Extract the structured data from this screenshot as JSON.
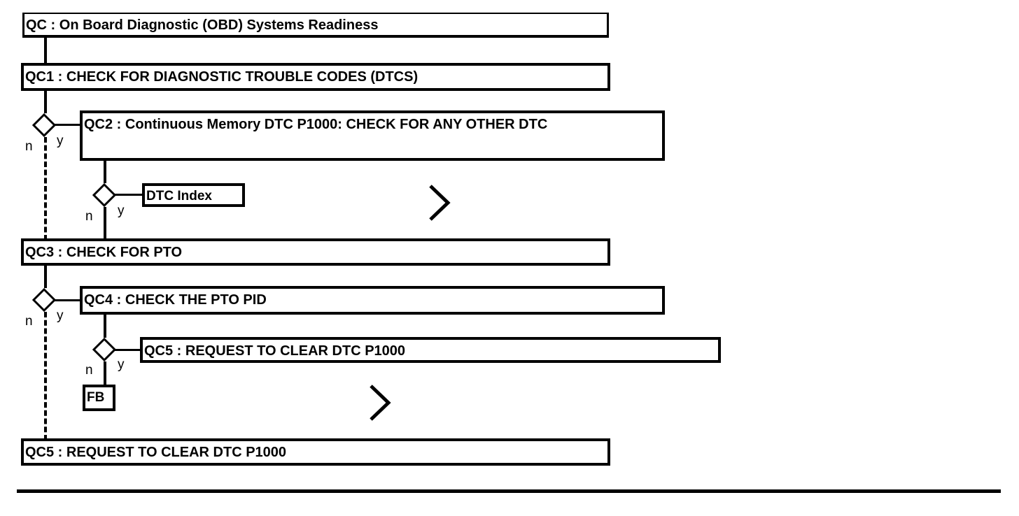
{
  "diagram": {
    "title": "QC : On Board Diagnostic (OBD) Systems Readiness",
    "type": "flowchart",
    "colors": {
      "line": "#000000",
      "box_fill": "#ffffff",
      "text": "#000000",
      "background": "#ffffff"
    },
    "nodes": [
      {
        "id": "QC",
        "label": "QC : On Board Diagnostic (OBD) Systems Readiness",
        "shape": "box",
        "level": 0
      },
      {
        "id": "QC1",
        "label": "QC1 : CHECK FOR DIAGNOSTIC TROUBLE CODES (DTCS)",
        "shape": "box",
        "level": 0
      },
      {
        "id": "QC2",
        "label": "QC2 : Continuous Memory DTC P1000: CHECK FOR ANY OTHER DTC",
        "shape": "box",
        "level": 1
      },
      {
        "id": "DTC_INDEX",
        "label": "DTC Index",
        "shape": "box",
        "level": 2
      },
      {
        "id": "QC3",
        "label": "QC3 : CHECK FOR PTO",
        "shape": "box",
        "level": 0
      },
      {
        "id": "QC4",
        "label": "QC4 : CHECK THE PTO PID",
        "shape": "box",
        "level": 1
      },
      {
        "id": "QC5_BRANCH",
        "label": "QC5 : REQUEST TO CLEAR DTC P1000",
        "shape": "box",
        "level": 2
      },
      {
        "id": "FB",
        "label": "FB",
        "shape": "box",
        "level": 2
      },
      {
        "id": "QC5_MAIN",
        "label": "QC5 : REQUEST TO CLEAR DTC P1000",
        "shape": "box",
        "level": 0
      }
    ],
    "decisions": [
      {
        "id": "d1",
        "no_label": "n",
        "yes_label": "y",
        "yes_target": "QC2"
      },
      {
        "id": "d2",
        "no_label": "n",
        "yes_label": "y",
        "yes_target": "DTC_INDEX"
      },
      {
        "id": "d3",
        "no_label": "n",
        "yes_label": "y",
        "yes_target": "QC4"
      },
      {
        "id": "d4",
        "no_label": "n",
        "yes_label": "y",
        "yes_target": "QC5_BRANCH"
      }
    ],
    "markers": [
      {
        "id": "m1",
        "glyph": "chevron-right"
      },
      {
        "id": "m2",
        "glyph": "chevron-right"
      }
    ]
  }
}
